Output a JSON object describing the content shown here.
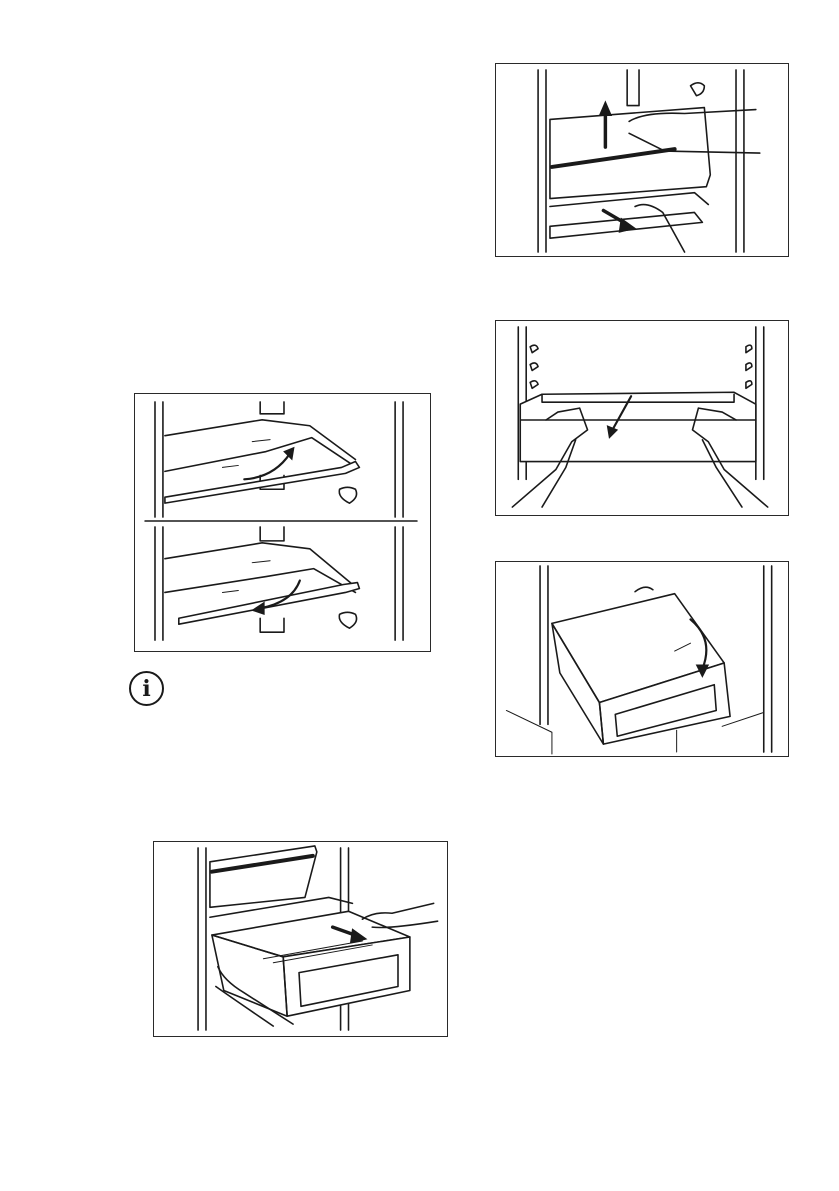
{
  "page": {
    "background": "#ffffff",
    "line_color": "#1a1a1a"
  },
  "figures": [
    {
      "id": "shelves",
      "icon": "shelf-tilt-illustration"
    },
    {
      "id": "drawer",
      "icon": "freezer-drawer-pull-illustration"
    },
    {
      "id": "flap",
      "icon": "flap-lift-illustration"
    },
    {
      "id": "lift",
      "icon": "drawer-lift-illustration"
    },
    {
      "id": "tilt",
      "icon": "drawer-tilt-illustration"
    }
  ],
  "info": {
    "icon": "info-icon",
    "glyph": "i"
  }
}
